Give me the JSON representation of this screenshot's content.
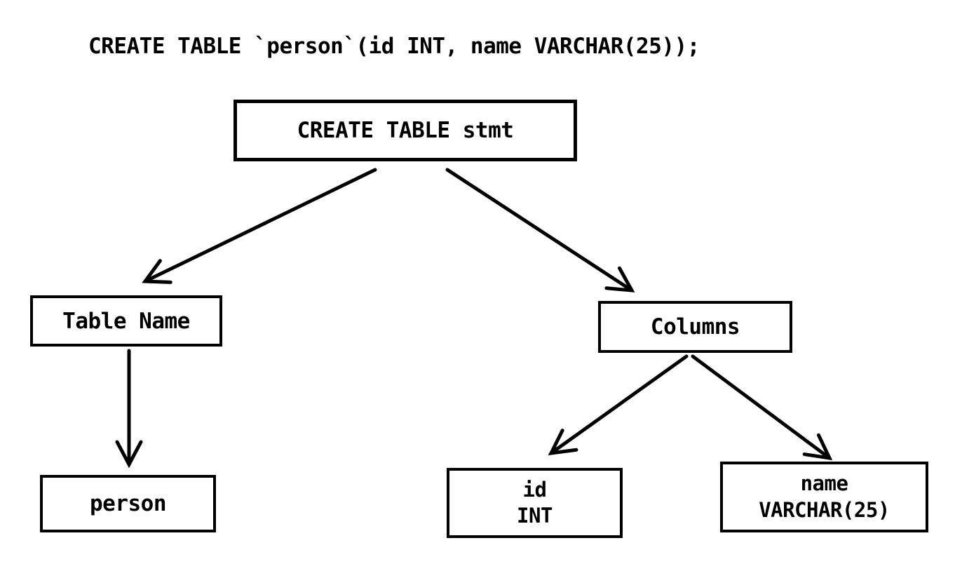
{
  "sql_statement": {
    "text": "CREATE TABLE `person`(id INT, name VARCHAR(25));"
  },
  "tree": {
    "root": {
      "label": "CREATE TABLE stmt"
    },
    "table_name": {
      "label": "Table Name"
    },
    "columns": {
      "label": "Columns"
    },
    "person": {
      "label": "person"
    },
    "id_column": {
      "name": "id",
      "type": "INT"
    },
    "name_column": {
      "name": "name",
      "type": "VARCHAR(25)"
    }
  },
  "edges": [
    {
      "from": "create-table-stmt",
      "to": "table-name"
    },
    {
      "from": "create-table-stmt",
      "to": "columns"
    },
    {
      "from": "table-name",
      "to": "person"
    },
    {
      "from": "columns",
      "to": "id-column"
    },
    {
      "from": "columns",
      "to": "name-column"
    }
  ],
  "colors": {
    "line": "#000000",
    "box_border": "#000000",
    "text": "#000000",
    "background": "#ffffff"
  }
}
